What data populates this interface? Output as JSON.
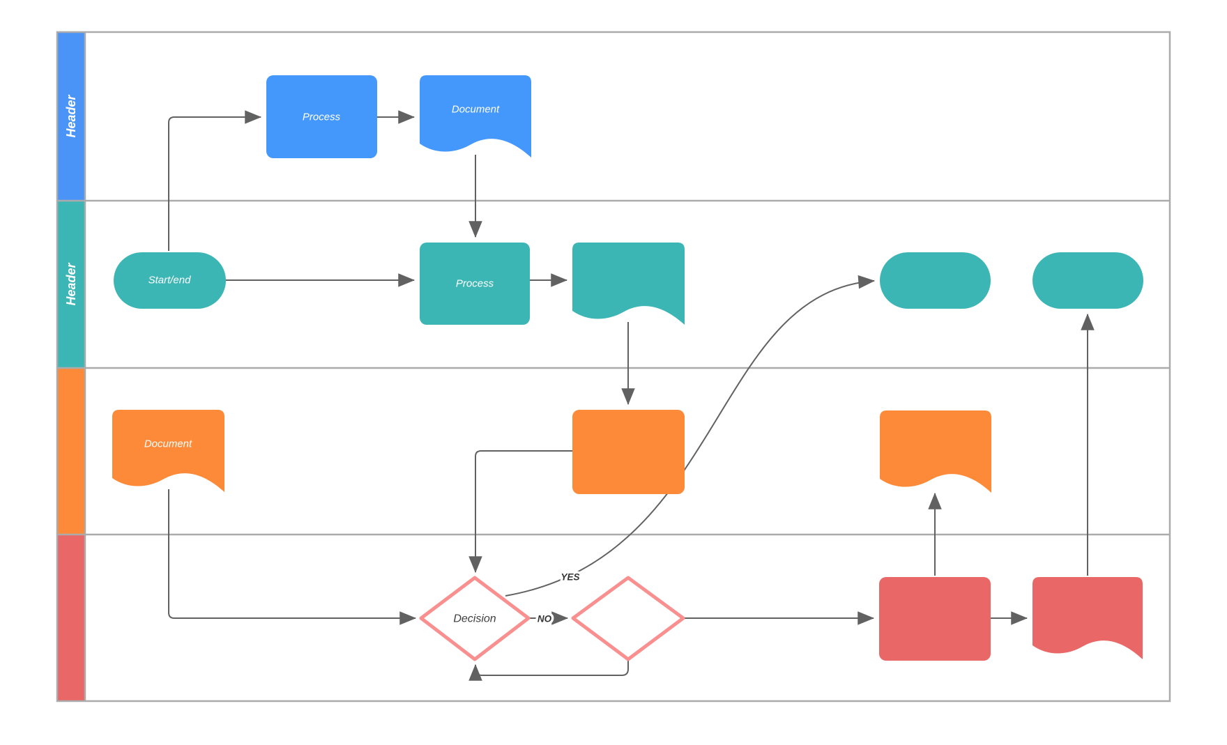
{
  "diagram": {
    "lanes": [
      {
        "label": "Header",
        "color": "#4a94f8"
      },
      {
        "label": "Header",
        "color": "#3cb6b4"
      },
      {
        "label": "",
        "color": "#fc8a38"
      },
      {
        "label": "",
        "color": "#ea6767"
      }
    ],
    "nodes": {
      "process_blue": {
        "label": "Process"
      },
      "document_blue": {
        "label": "Document"
      },
      "start_end": {
        "label": "Start/end"
      },
      "process_teal": {
        "label": "Process"
      },
      "document_teal": {
        "label": ""
      },
      "pill_a": {
        "label": ""
      },
      "pill_b": {
        "label": ""
      },
      "document_orange_left": {
        "label": "Document"
      },
      "rect_orange": {
        "label": ""
      },
      "document_orange_right": {
        "label": ""
      },
      "decision": {
        "label": "Decision"
      },
      "decision_empty": {
        "label": ""
      },
      "rect_red": {
        "label": ""
      },
      "document_red": {
        "label": ""
      }
    },
    "edges": {
      "yes_label": "YES",
      "no_label": "NO"
    },
    "colors": {
      "node_blue": "#4497fb",
      "node_teal": "#3cb6b4",
      "node_orange": "#fc8a38",
      "node_red": "#ea6767",
      "diamond_border": "#f98f8f",
      "connector": "#616161",
      "lane_border": "#ababab"
    }
  }
}
